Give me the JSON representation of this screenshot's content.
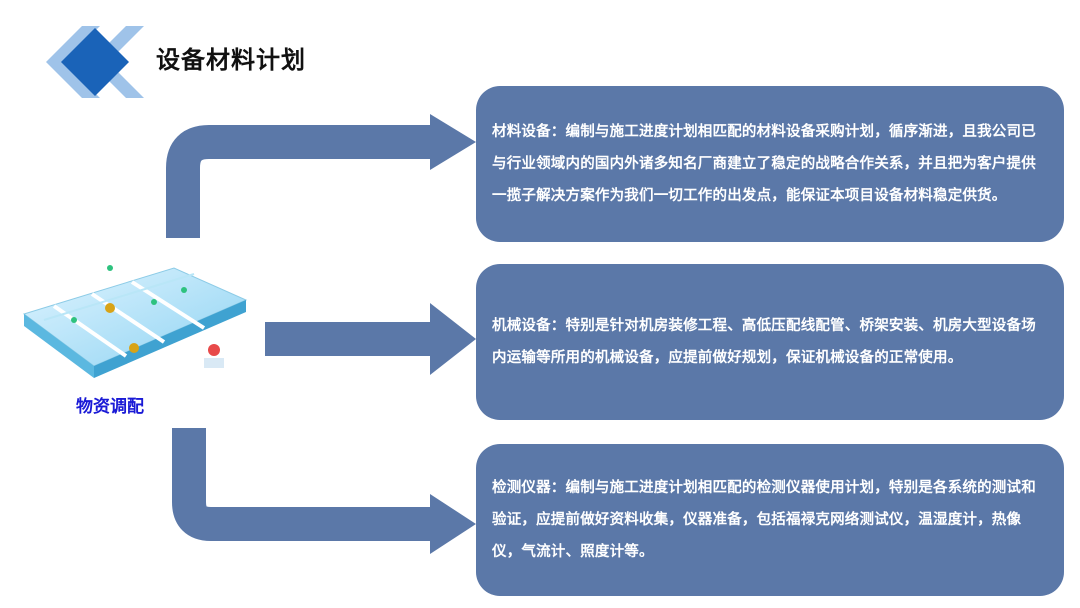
{
  "header": {
    "title": "设备材料计划",
    "icon": "diamond-icon"
  },
  "hub": {
    "label": "物资调配",
    "image": "warehouse-illustration"
  },
  "cards": [
    {
      "heading": "材料设备：",
      "body": "编制与施工进度计划相匹配的材料设备采购计划，循序渐进，且我公司已与行业领域内的国内外诸多知名厂商建立了稳定的战略合作关系，并且把为客户提供一揽子解决方案作为我们一切工作的出发点，能保证本项目设备材料稳定供货。"
    },
    {
      "heading": "机械设备：",
      "body": "特别是针对机房装修工程、高低压配线配管、桥架安装、机房大型设备场内运输等所用的机械设备，应提前做好规划，保证机械设备的正常使用。"
    },
    {
      "heading": "检测仪器：",
      "body": "编制与施工进度计划相匹配的检测仪器使用计划，特别是各系统的测试和验证，应提前做好资料收集，仪器准备，包括福禄克网络测试仪，温湿度计，热像仪，气流计、照度计等。"
    }
  ],
  "colors": {
    "card_bg": "#5b78a8",
    "arrow": "#5b78a8",
    "diamond_dark": "#1a63b8",
    "diamond_light": "#9fc3e9",
    "hub_label": "#1a1ad6"
  }
}
